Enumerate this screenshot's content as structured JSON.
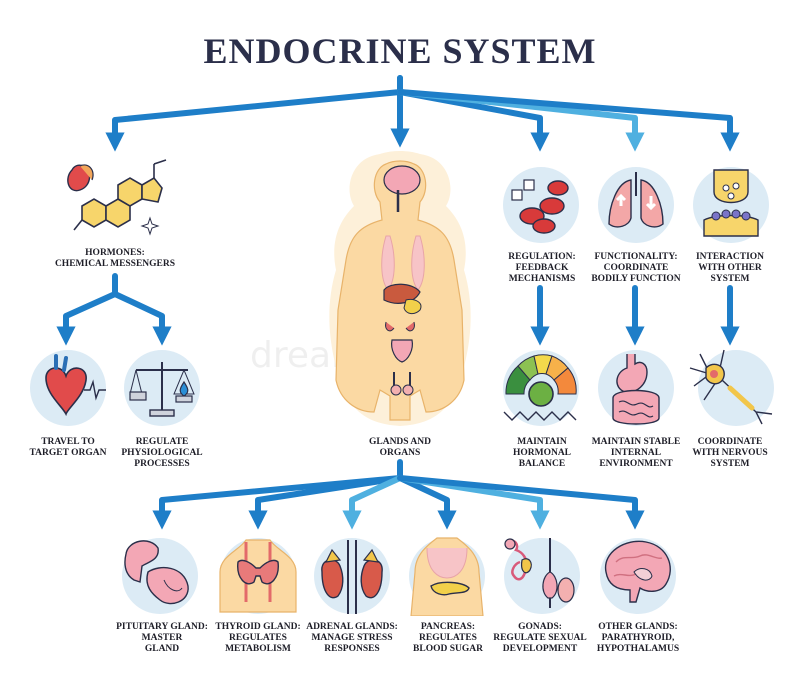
{
  "title": "ENDOCRINE SYSTEM",
  "watermark": "dreamstime",
  "colors": {
    "arrow": "#1e7ec8",
    "arrow_light": "#4fb0e0",
    "circle": "#dcebf5",
    "text": "#2b2f4a",
    "body": "#fbd9a3"
  },
  "nodes": {
    "hormones": [
      "HORMONES:",
      "CHEMICAL MESSENGERS"
    ],
    "travel": [
      "TRAVEL TO",
      "TARGET ORGAN"
    ],
    "regulate_physio": [
      "REGULATE",
      "PHYSIOLOGICAL",
      "PROCESSES"
    ],
    "glands_organs": [
      "GLANDS AND",
      "ORGANS"
    ],
    "regulation": [
      "REGULATION:",
      "FEEDBACK",
      "MECHANISMS"
    ],
    "functionality": [
      "FUNCTIONALITY:",
      "COORDINATE",
      "BODILY FUNCTION"
    ],
    "interaction": [
      "INTERACTION",
      "WITH OTHER",
      "SYSTEM"
    ],
    "hormonal_balance": [
      "MAINTAIN",
      "HORMONAL",
      "BALANCE"
    ],
    "stable_env": [
      "MAINTAIN STABLE",
      "INTERNAL",
      "ENVIRONMENT"
    ],
    "nervous": [
      "COORDINATE",
      "WITH NERVOUS",
      "SYSTEM"
    ],
    "pituitary": [
      "PITUITARY GLAND:",
      "MASTER",
      "GLAND"
    ],
    "thyroid": [
      "THYROID GLAND:",
      "REGULATES",
      "METABOLISM"
    ],
    "adrenal": [
      "ADRENAL GLANDS:",
      "MANAGE STRESS",
      "RESPONSES"
    ],
    "pancreas": [
      "PANCREAS:",
      "REGULATES",
      "BLOOD SUGAR"
    ],
    "gonads": [
      "GONADS:",
      "REGULATE SEXUAL",
      "DEVELOPMENT"
    ],
    "other_glands": [
      "OTHER GLANDS:",
      "PARATHYROID,",
      "HYPOTHALAMUS"
    ]
  }
}
